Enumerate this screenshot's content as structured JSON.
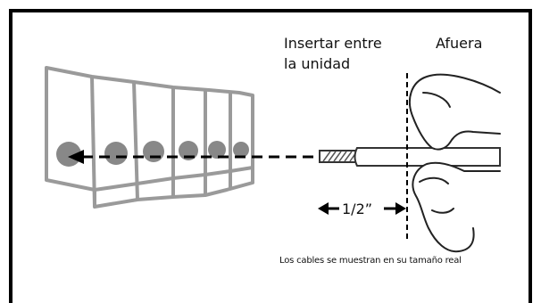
{
  "labels": {
    "insert_line1": "Insertar entre",
    "insert_line2": "la unidad",
    "outside": "Afuera",
    "measurement": "1/2”",
    "caption": "Los cables se muestran en su tamaño real"
  },
  "terminal_block": {
    "positions": 6
  },
  "colors": {
    "terminal_gray": "#9a9a9a",
    "hole_gray": "#888888",
    "line": "#000000",
    "wire_outline": "#333333"
  }
}
